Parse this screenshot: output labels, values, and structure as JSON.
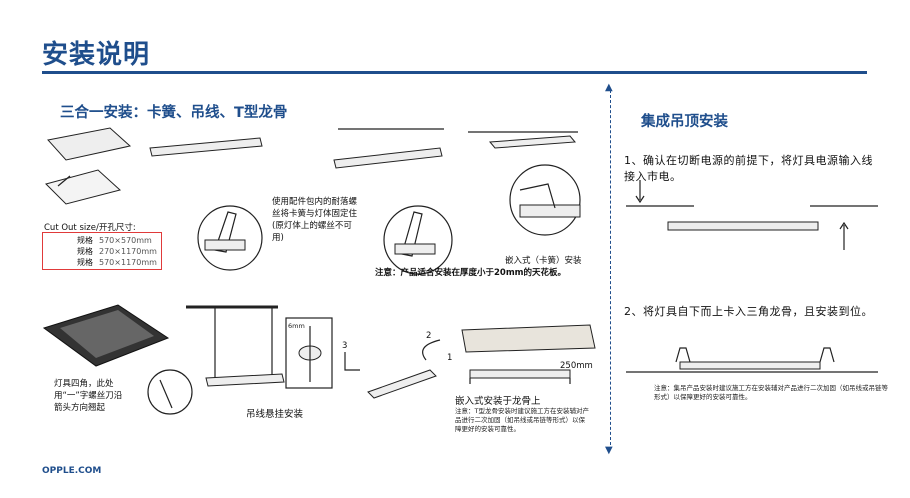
{
  "page": {
    "title": "安装说明",
    "footer": "OPPLE.COM"
  },
  "left": {
    "heading": "三合一安装：卡簧、吊线、T型龙骨",
    "cutout_label": "Cut Out size/开孔尺寸:",
    "cutout_rows": [
      {
        "name": "规格",
        "size": "570×570mm"
      },
      {
        "name": "规格",
        "size": "270×1170mm"
      },
      {
        "name": "规格",
        "size": "570×1170mm"
      }
    ],
    "screw_note": "使用配件包内的耐落螺丝将卡簧与灯体固定住(原灯体上的螺丝不可用)",
    "spring_caption": "嵌入式（卡簧）安装",
    "spring_note": "注意：产品适合安装在厚度小于20mm的天花板。",
    "corner_note": "灯具四角，此处用“一”字螺丝刀沿箭头方向翘起",
    "screw_size": "6mm",
    "hang_caption": "吊线悬挂安装",
    "tbar_caption": "嵌入式安装于龙骨上",
    "tbar_note": "注意：T型龙骨安装时建议施工方在安装辅对产品进行二次加固（如吊线或吊链等形式）以保障更好的安装可靠性。",
    "step_1": "1",
    "step_2": "2",
    "step_3": "3",
    "dim_250": "250mm"
  },
  "right": {
    "heading": "集成吊顶安装",
    "step1": "1、确认在切断电源的前提下，将灯具电源输入线接入市电。",
    "step2": "2、将灯具自下而上卡入三角龙骨，且安装到位。",
    "note": "注意：集吊产品安装时建议施工方在安装辅对产品进行二次加固（如吊线或吊链等形式）以保障更好的安装可靠性。"
  }
}
